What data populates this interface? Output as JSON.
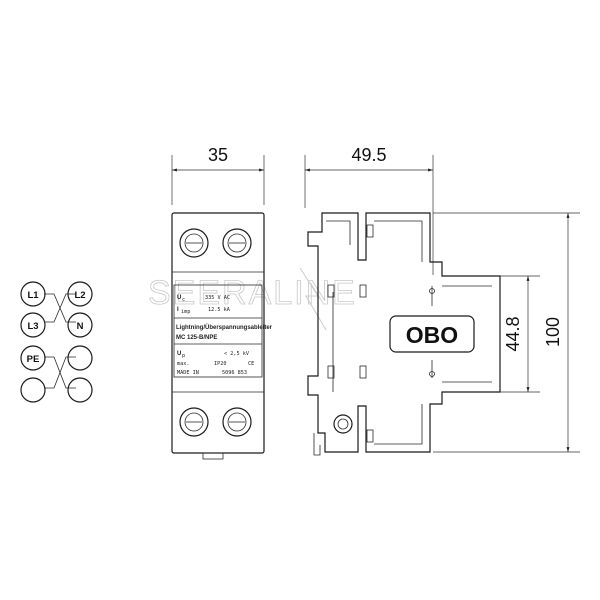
{
  "dimensions": {
    "width": "35",
    "depth": "49.5",
    "inner_height": "44.8",
    "height": "100"
  },
  "wiring_labels": [
    "L1",
    "L2",
    "L3",
    "N",
    "PE"
  ],
  "front_panel": {
    "line1_symbol": "U",
    "line1_sub": "c",
    "line1_value": "335 V AC",
    "line2_symbol": "I",
    "line2_sub": "imp",
    "line2_value": "12.5 kA",
    "product_name": "Lightning/Überspannungsableiter",
    "model": "MC 125-B/NPE",
    "line3_symbol": "U",
    "line3_sub": "p",
    "line3_value": "< 2,5 kV",
    "line4_left": "max.",
    "line4_mid": "IP20",
    "line4_right": "CE",
    "line5_left": "MADE IN",
    "line5_right": "5096 853"
  },
  "side_logo": "OBO",
  "watermark": "SEERALINE",
  "colors": {
    "line": "#1a1a1a",
    "watermark": "#c9c9c9",
    "background": "#ffffff"
  }
}
